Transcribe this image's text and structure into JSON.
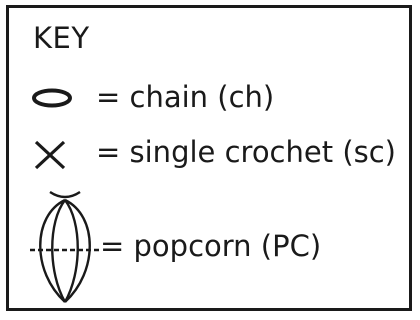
{
  "key": {
    "title": "KEY",
    "items": [
      {
        "symbol": "chain-icon",
        "label": "= chain (ch)"
      },
      {
        "symbol": "single-crochet-icon",
        "label": "= single crochet (sc)"
      },
      {
        "symbol": "popcorn-icon",
        "label": "= popcorn (PC)"
      }
    ]
  },
  "colors": {
    "stroke": "#1a1a1a",
    "background": "#ffffff"
  }
}
